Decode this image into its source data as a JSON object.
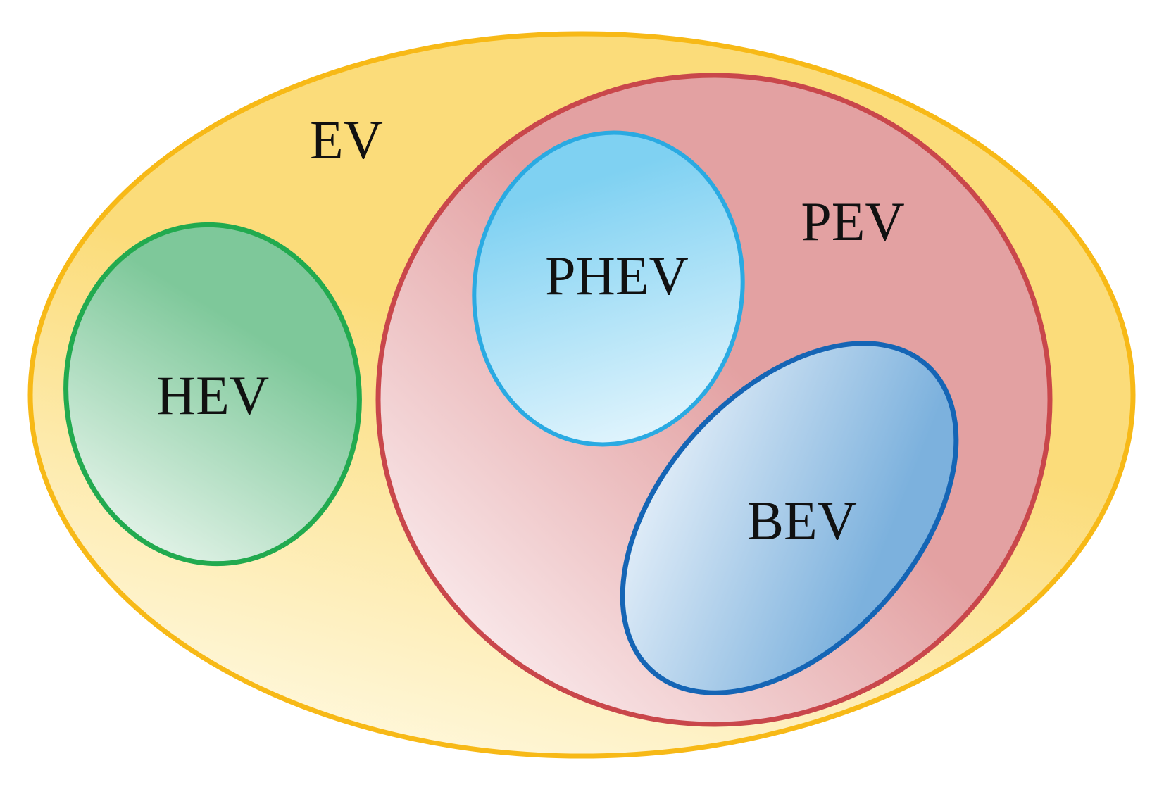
{
  "diagram": {
    "type": "nested-venn",
    "sets": {
      "ev": {
        "label": "EV",
        "stroke": "#F7B917",
        "fill_dark": "#FBDC7A",
        "fill_light": "#FFF8DD"
      },
      "pev": {
        "label": "PEV",
        "parent": "EV",
        "stroke": "#C9474B",
        "fill_dark": "#E3A1A2",
        "fill_light": "#F8E4E6"
      },
      "hev": {
        "label": "HEV",
        "parent": "EV",
        "stroke": "#22AA4F",
        "fill_dark": "#7EC89A",
        "fill_light": "#EAF6EE"
      },
      "phev": {
        "label": "PHEV",
        "parent": "PEV",
        "stroke": "#2AAAE2",
        "fill_dark": "#7FD1F2",
        "fill_light": "#E6F6FD"
      },
      "bev": {
        "label": "BEV",
        "parent": "PEV",
        "stroke": "#1565B5",
        "fill_dark": "#7CB1DD",
        "fill_light": "#EDF4FB"
      }
    }
  }
}
